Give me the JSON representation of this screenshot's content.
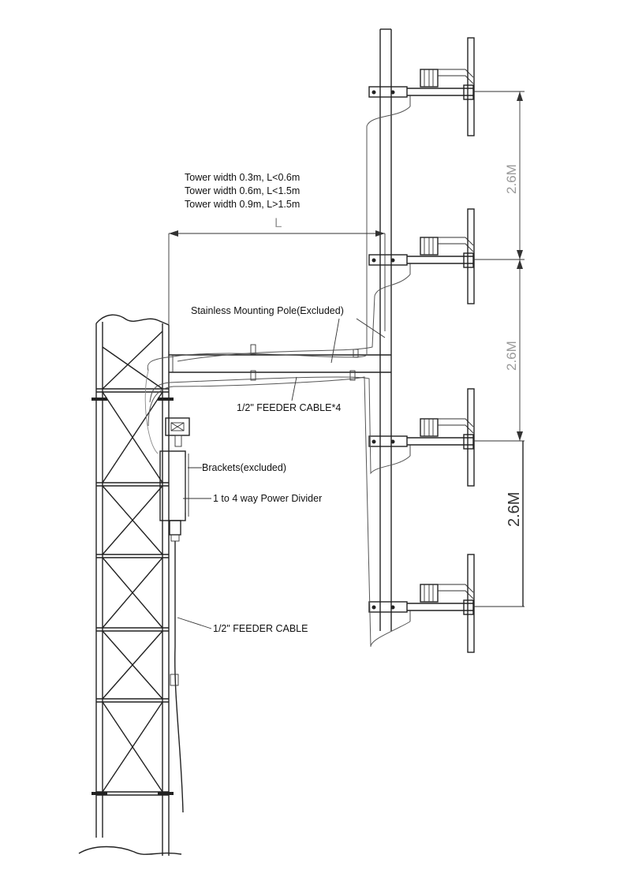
{
  "labels": {
    "tower_width_1": "Tower width 0.3m, L<0.6m",
    "tower_width_2": "Tower width 0.6m, L<1.5m",
    "tower_width_3": "Tower width 0.9m, L>1.5m",
    "l_dimension": "L",
    "mounting_pole": "Stainless Mounting Pole(Excluded)",
    "feeder_cable_4": "1/2\" FEEDER CABLE*4",
    "brackets": "Brackets(excluded)",
    "power_divider": "1 to 4 way Power Divider",
    "feeder_cable": "1/2\" FEEDER CABLE",
    "spacing_1": "2.6M",
    "spacing_2": "2.6M",
    "spacing_3": "2.6M"
  },
  "colors": {
    "line": "#222222",
    "dimension_text": "#9a9a9a"
  }
}
